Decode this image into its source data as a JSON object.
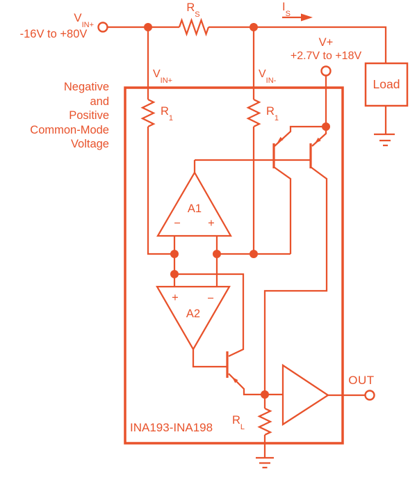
{
  "colors": {
    "accent": "#e8522b",
    "background": "#ffffff"
  },
  "external": {
    "vin_plus_terminal": {
      "name": "V",
      "sub": "IN+",
      "range": "-16V to +80V"
    },
    "shunt_resistor": {
      "name": "R",
      "sub": "S"
    },
    "shunt_current": {
      "name": "I",
      "sub": "S"
    },
    "supply": {
      "label": "V+",
      "range": "+2.7V to +18V"
    },
    "load_label": "Load",
    "note_lines": [
      "Negative",
      "and",
      "Positive",
      "Common-Mode",
      "Voltage"
    ]
  },
  "chip": {
    "part_label": "INA193-INA198",
    "pins": {
      "vin_plus": {
        "name": "V",
        "sub": "IN+"
      },
      "vin_minus": {
        "name": "V",
        "sub": "IN-"
      },
      "out": "OUT"
    },
    "resistors": {
      "r1_left": {
        "name": "R",
        "sub": "1"
      },
      "r1_right": {
        "name": "R",
        "sub": "1"
      },
      "rl": {
        "name": "R",
        "sub": "L"
      }
    },
    "amplifiers": {
      "a1": {
        "label": "A1",
        "minus": "−",
        "plus": "+"
      },
      "a2": {
        "label": "A2",
        "plus": "+",
        "minus": "−"
      }
    }
  }
}
